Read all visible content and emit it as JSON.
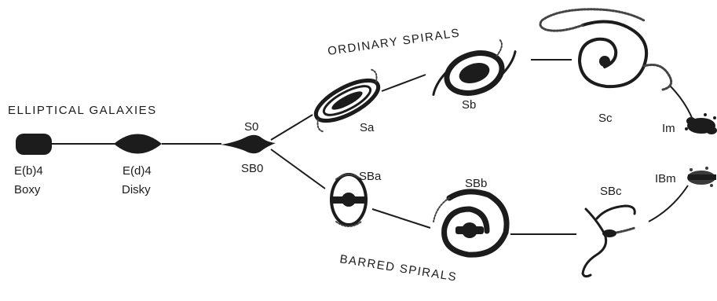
{
  "titles": {
    "elliptical": "ELLIPTICAL GALAXIES",
    "ordinary": "ORDINARY SPIRALS",
    "barred": "BARRED SPIRALS"
  },
  "galaxies": {
    "eb4": {
      "label": "E(b)4",
      "sublabel": "Boxy"
    },
    "ed4": {
      "label": "E(d)4",
      "sublabel": "Disky"
    },
    "s0": {
      "label": "S0"
    },
    "sb0": {
      "label": "SB0"
    },
    "sa": {
      "label": "Sa"
    },
    "sb": {
      "label": "Sb"
    },
    "sc": {
      "label": "Sc"
    },
    "im": {
      "label": "Im"
    },
    "sba": {
      "label": "SBa"
    },
    "sbb": {
      "label": "SBb"
    },
    "sbc": {
      "label": "SBc"
    },
    "ibm": {
      "label": "IBm"
    }
  }
}
